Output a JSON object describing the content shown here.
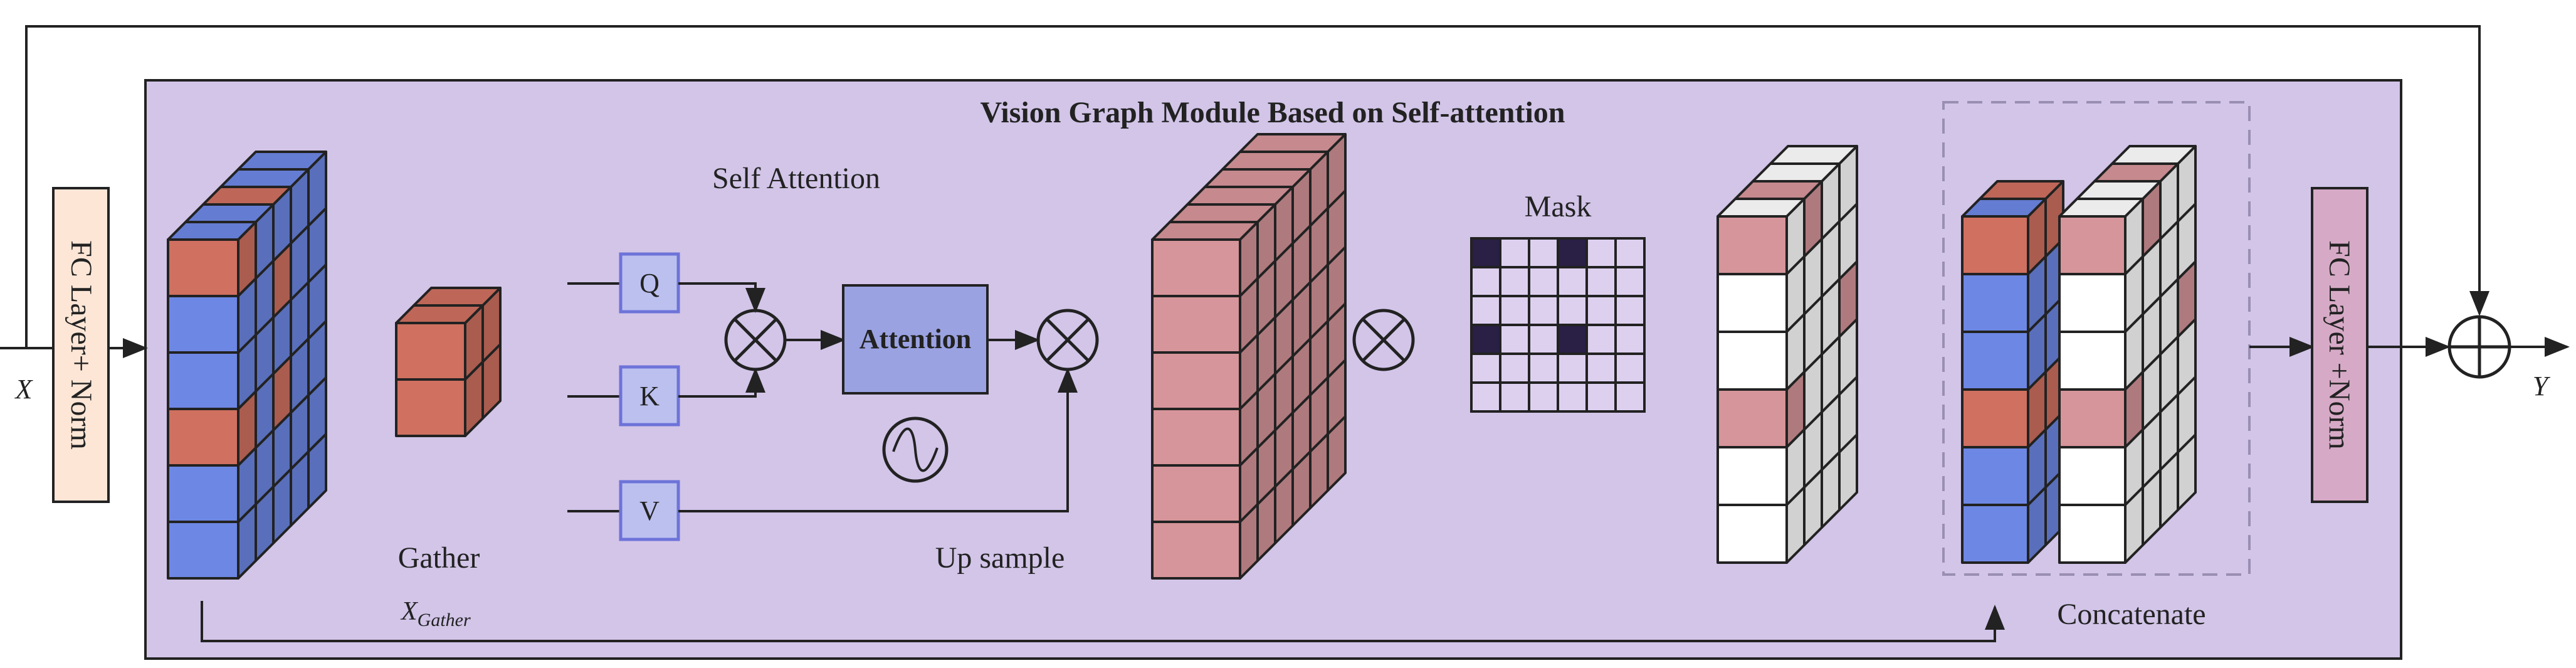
{
  "title": "Vision Graph Module Based on Self-attention",
  "input_label": "X",
  "output_label": "Y",
  "fc_in_label": "FC Layer+ Norm",
  "fc_out_label": "FC Layer +Norm",
  "self_attention_label": "Self Attention",
  "q_label": "Q",
  "k_label": "K",
  "v_label": "V",
  "attention_label": "Attention",
  "gather_label": "Gather",
  "x_gather_main": "X",
  "x_gather_sub": "Gather",
  "upsample_label": "Up sample",
  "mask_label": "Mask",
  "concatenate_label": "Concatenate",
  "colors": {
    "module_bg": "#d2c5e8",
    "fc_in_fill": "#fde6d6",
    "fc_out_fill": "#d6aac6",
    "blue_cell": "#6d87e4",
    "red_cell": "#cf7060",
    "pink_cell": "#d6959a",
    "white_cell": "#ffffff",
    "qkv_fill": "#bcc0ef",
    "attention_fill": "#9aa2e2",
    "mask_dark": "#2a1f45",
    "mask_light": "#ddd0ef",
    "line": "#222222"
  },
  "mask_grid": {
    "rows": 6,
    "cols": 6,
    "dark_cells": [
      [
        0,
        0
      ],
      [
        0,
        3
      ],
      [
        3,
        0
      ],
      [
        3,
        3
      ]
    ]
  }
}
